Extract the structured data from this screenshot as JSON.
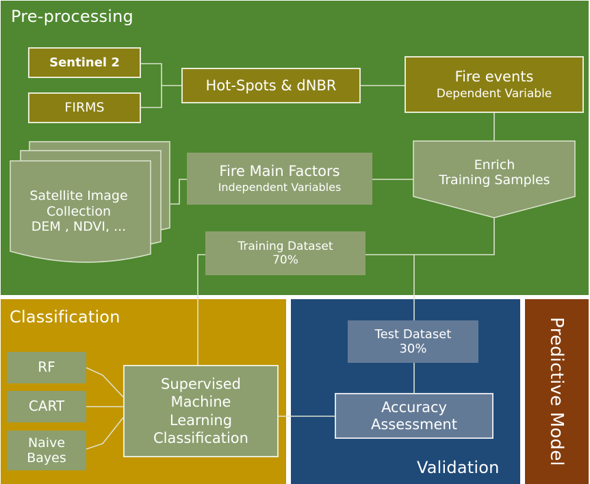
{
  "sections": {
    "preprocessing": "Pre-processing",
    "classification": "Classification",
    "validation": "Validation",
    "predictive": "Predictive Model"
  },
  "boxes": {
    "sentinel": "Sentinel 2",
    "firms": "FIRMS",
    "hotspots": "Hot-Spots & dNBR",
    "fire_events_title": "Fire events",
    "fire_events_sub": "Dependent Variable",
    "satellite_line1": "Satellite Image",
    "satellite_line2": "Collection",
    "satellite_line3": "DEM , NDVI, ...",
    "factors_title": "Fire Main Factors",
    "factors_sub": "Independent Variables",
    "enrich_line1": "Enrich",
    "enrich_line2": "Training Samples",
    "training_line1": "Training Dataset",
    "training_line2": "70%",
    "rf": "RF",
    "cart": "CART",
    "naive_line1": "Naive",
    "naive_line2": "Bayes",
    "sml_line1": "Supervised",
    "sml_line2": "Machine",
    "sml_line3": "Learning",
    "sml_line4": "Classification",
    "test_line1": "Test Dataset",
    "test_line2": "30%",
    "accuracy_line1": "Accuracy",
    "accuracy_line2": "Assessment"
  },
  "colors": {
    "preprocessing_bg": "#4f8830",
    "classification_bg": "#c29600",
    "validation_bg": "#1f4a78",
    "predictive_bg": "#843c0c",
    "olive_box": "#8a7f13",
    "grey_box": "#8d9f6f",
    "blue_grey_box": "#637a96"
  }
}
